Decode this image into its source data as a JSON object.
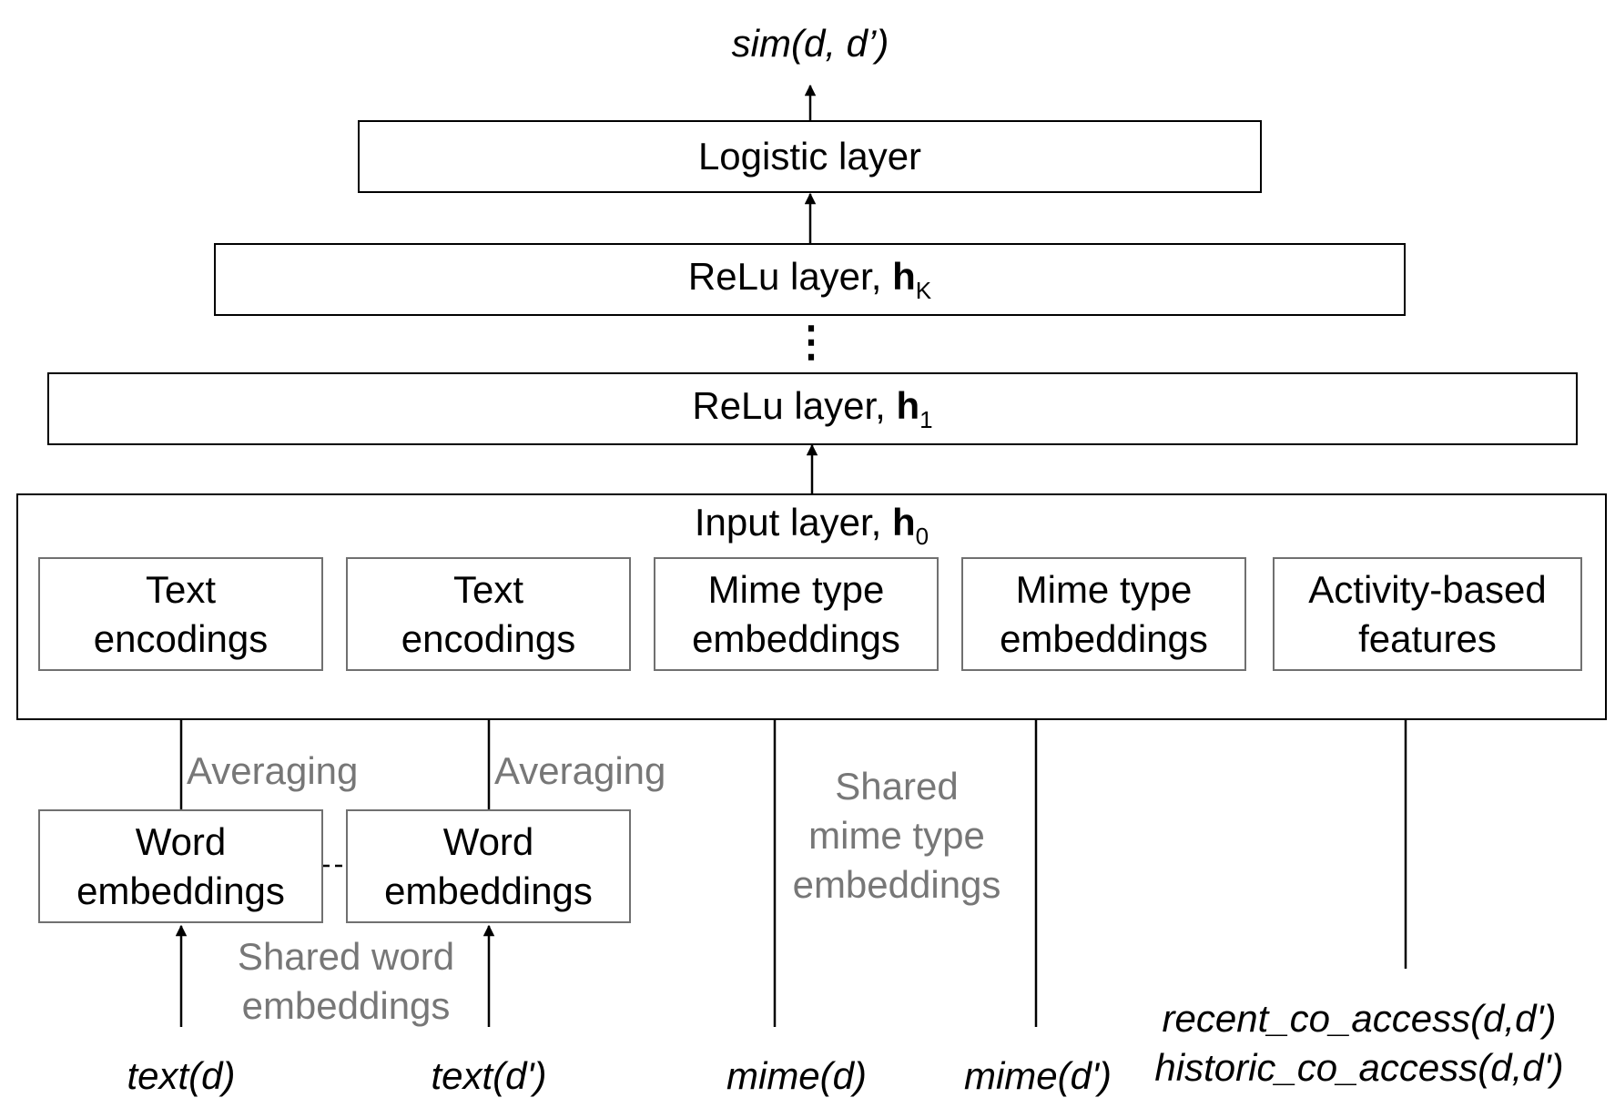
{
  "output_label": "sim(d, d’)",
  "layers": {
    "logistic": "Logistic layer",
    "relu_k": {
      "text": "ReLu layer, ",
      "symbol": "h",
      "sub": "K"
    },
    "ellipsis": "⋮",
    "relu_1": {
      "text": "ReLu layer, ",
      "symbol": "h",
      "sub": "1"
    },
    "input": {
      "text": "Input layer, ",
      "symbol": "h",
      "sub": "0"
    }
  },
  "input_cells": [
    {
      "line1": "Text",
      "line2": "encodings"
    },
    {
      "line1": "Text",
      "line2": "encodings"
    },
    {
      "line1": "Mime type",
      "line2": "embeddings"
    },
    {
      "line1": "Mime type",
      "line2": "embeddings"
    },
    {
      "line1": "Activity-based",
      "line2": "features"
    }
  ],
  "word_boxes": [
    {
      "line1": "Word",
      "line2": "embeddings"
    },
    {
      "line1": "Word",
      "line2": "embeddings"
    }
  ],
  "notes": {
    "averaging_1": "Averaging",
    "averaging_2": "Averaging",
    "shared_mime": [
      "Shared",
      "mime type",
      "embeddings"
    ],
    "shared_word": [
      "Shared word",
      "embeddings"
    ]
  },
  "inputs": {
    "text_d": "text(d)",
    "text_d2": "text(d')",
    "mime_d": "mime(d)",
    "mime_d2": "mime(d')",
    "recent": "recent_co_access(d,d')",
    "historic": "historic_co_access(d,d')"
  },
  "colors": {
    "line": "#000000",
    "gray_border": "#707070",
    "gray_text": "#777777"
  }
}
